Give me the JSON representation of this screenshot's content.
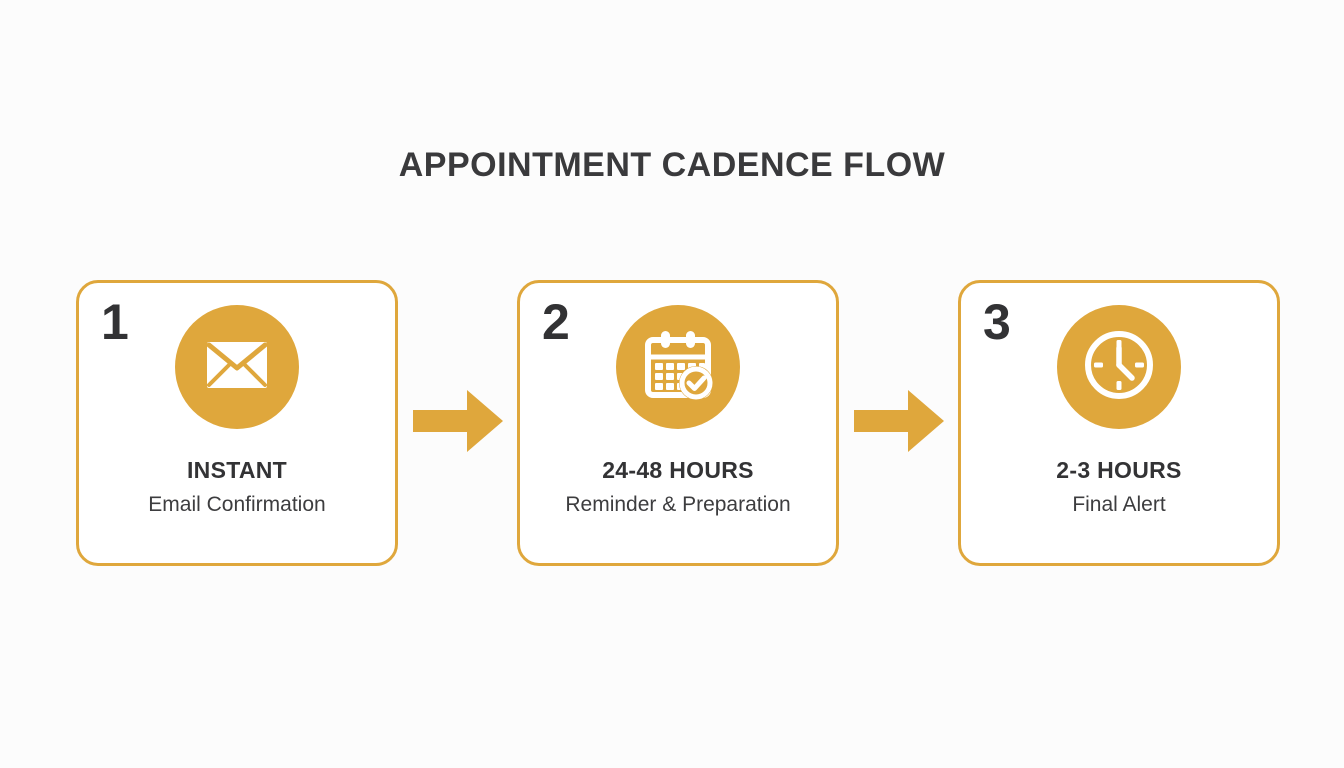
{
  "diagram": {
    "title": "APPOINTMENT CADENCE FLOW",
    "colors": {
      "accent": "#dfa73c",
      "text_dark": "#333335",
      "background": "#fcfcfc",
      "card_fill": "#ffffff"
    },
    "steps": [
      {
        "number": "1",
        "icon": "envelope-icon",
        "label": "INSTANT",
        "sublabel": "Email Confirmation"
      },
      {
        "number": "2",
        "icon": "calendar-check-icon",
        "label": "24-48 HOURS",
        "sublabel": "Reminder & Preparation"
      },
      {
        "number": "3",
        "icon": "clock-icon",
        "label": "2-3 HOURS",
        "sublabel": "Final Alert"
      }
    ],
    "connectors": [
      {
        "icon": "arrow-right-icon"
      },
      {
        "icon": "arrow-right-icon"
      }
    ]
  }
}
